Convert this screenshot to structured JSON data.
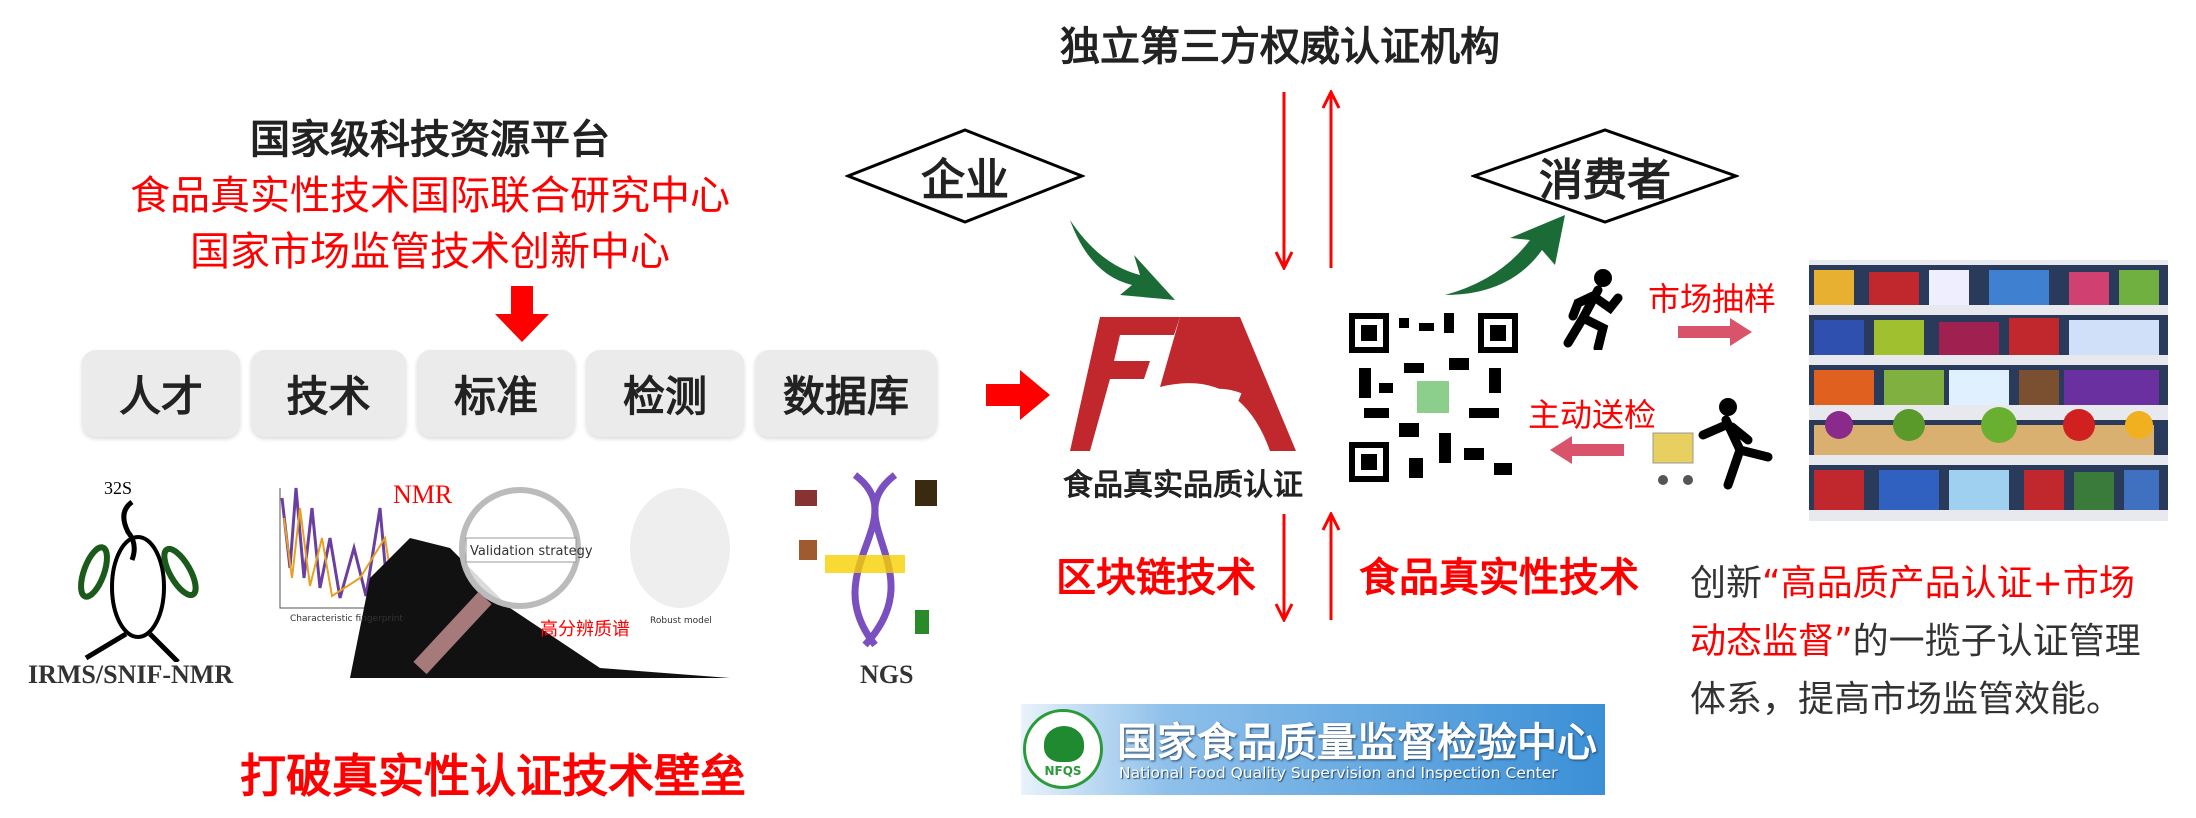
{
  "top_title": "独立第三方权威认证机构",
  "platform": {
    "title": "国家级科技资源平台",
    "lines": [
      "食品真实性技术国际联合研究中心",
      "国家市场监管技术创新中心"
    ]
  },
  "pillars": [
    "人才",
    "技术",
    "标准",
    "检测",
    "数据库"
  ],
  "images": {
    "irms_label": "IRMS/SNIF-NMR",
    "nmr_label": "NMR",
    "validation_label": "Validation strategy",
    "fingerprint_label": "Characteristic fingerprint",
    "robust_label": "Robust model",
    "hrms_label": "高分辨质谱",
    "ngs_label": "NGS"
  },
  "bottom_left_slogan": "打破真实性认证技术壁垒",
  "enterprise": "企业",
  "consumer": "消费者",
  "fa_logo_caption": "食品真实品质认证",
  "blockchain": "区块链技术",
  "authenticity_tech": "食品真实性技术",
  "market_sampling": "市场抽样",
  "active_submission": "主动送检",
  "nfqs": {
    "cn": "国家食品质量监督检验中心",
    "en": "National Food Quality Supervision and Inspection Center",
    "badge": "NFQS"
  },
  "summary": {
    "p1": "创新",
    "quote1": "“高品质产品认证+市场",
    "quote2": "动态监督”",
    "p2": "的一揽子认证管理",
    "p3": "体系，提高市场监管效能。"
  },
  "colors": {
    "red": "#ff0000",
    "green": "#1a6b35",
    "logo_red": "#c0282d",
    "banner_blue": "#3a8fd6"
  }
}
